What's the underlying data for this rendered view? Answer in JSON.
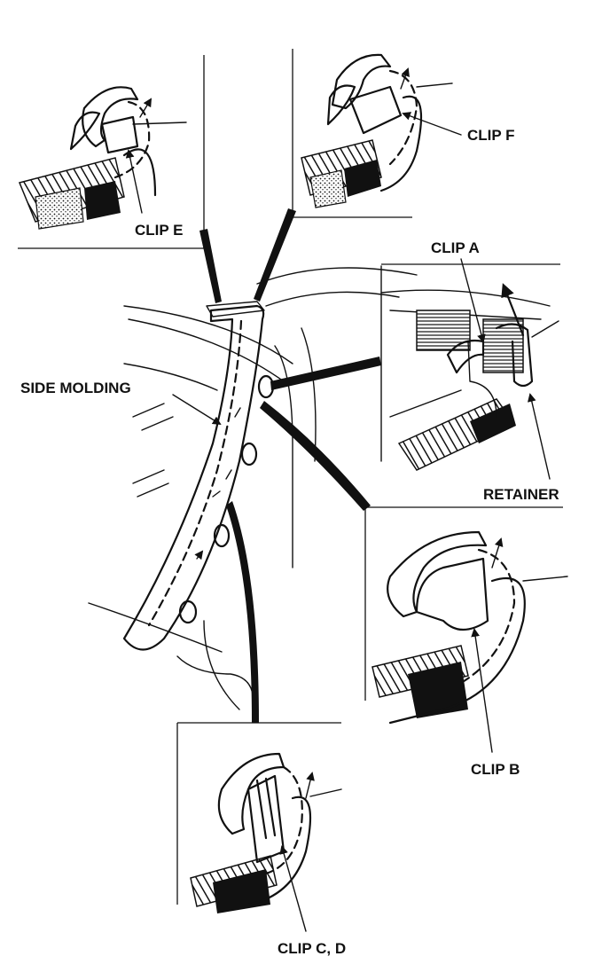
{
  "labels": {
    "clip_e": "CLIP E",
    "clip_f": "CLIP F",
    "clip_a": "CLIP A",
    "side_molding": "SIDE MOLDING",
    "retainer": "RETAINER",
    "clip_b": "CLIP B",
    "clip_cd": "CLIP C, D"
  }
}
